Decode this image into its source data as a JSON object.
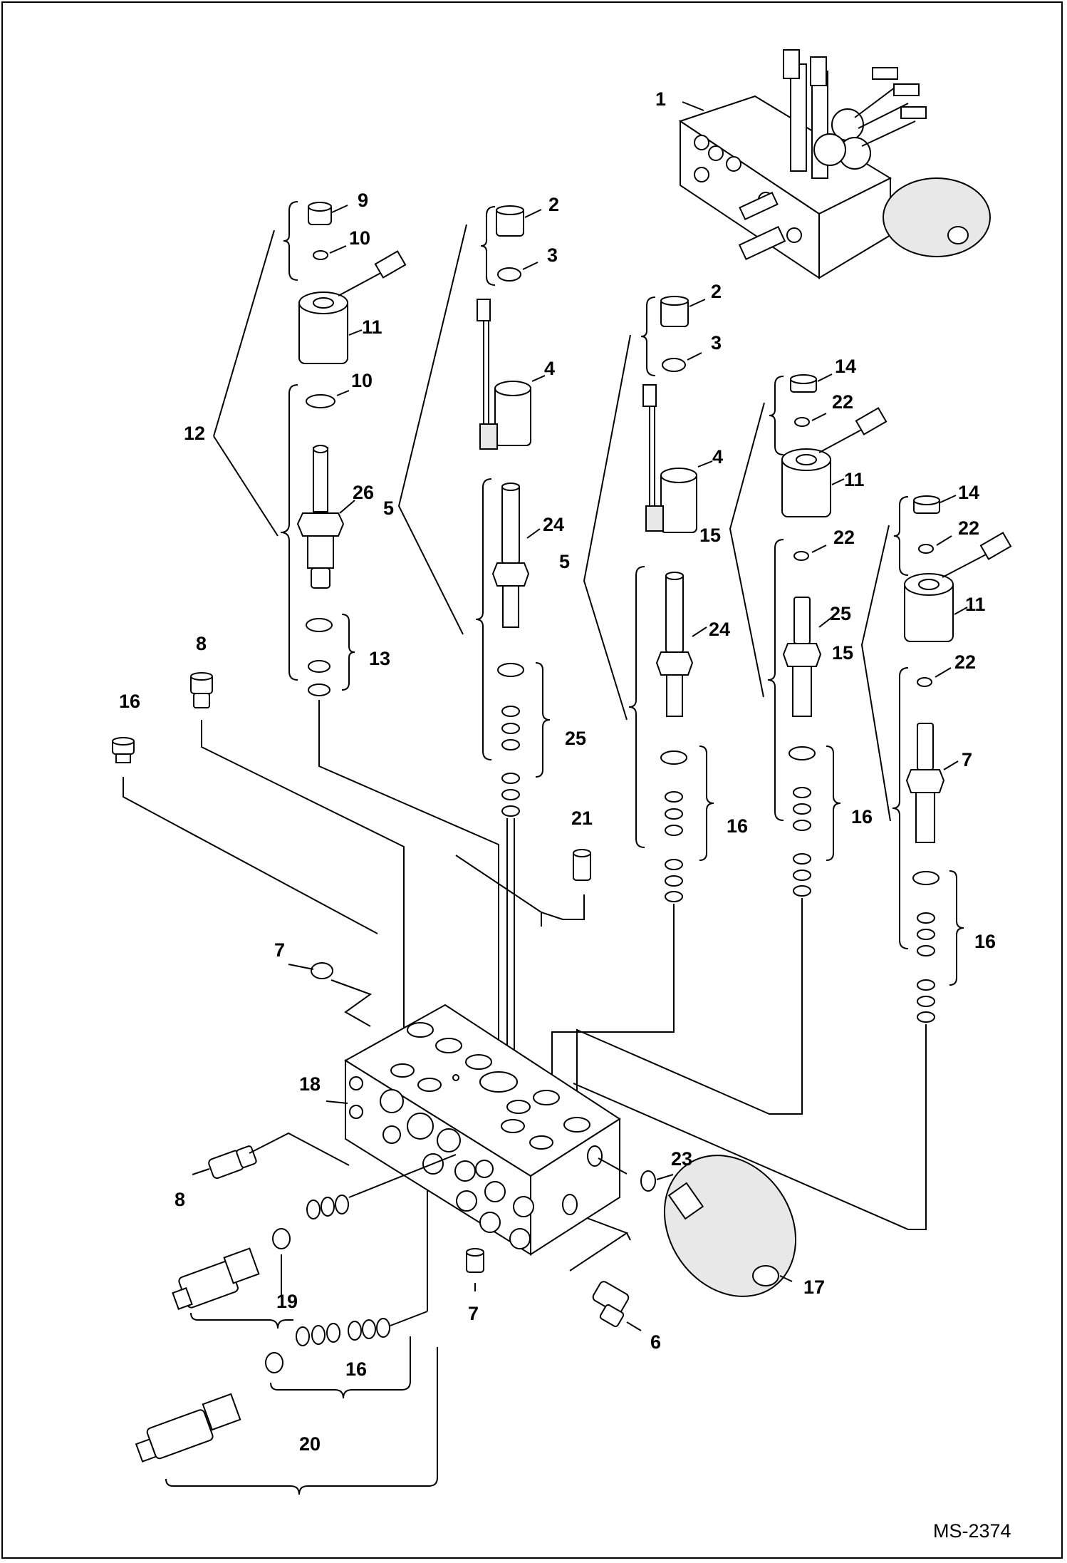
{
  "diagram": {
    "drawing_code": "MS-2374",
    "callouts": [
      "1",
      "9",
      "2",
      "10",
      "3",
      "11",
      "2",
      "3",
      "4",
      "10",
      "14",
      "22",
      "12",
      "4",
      "11",
      "26",
      "5",
      "24",
      "15",
      "22",
      "5",
      "14",
      "22",
      "25",
      "11",
      "24",
      "15",
      "8",
      "13",
      "22",
      "16",
      "7",
      "25",
      "16",
      "16",
      "21",
      "16",
      "7",
      "18",
      "23",
      "8",
      "17",
      "19",
      "7",
      "6",
      "16",
      "20"
    ]
  }
}
